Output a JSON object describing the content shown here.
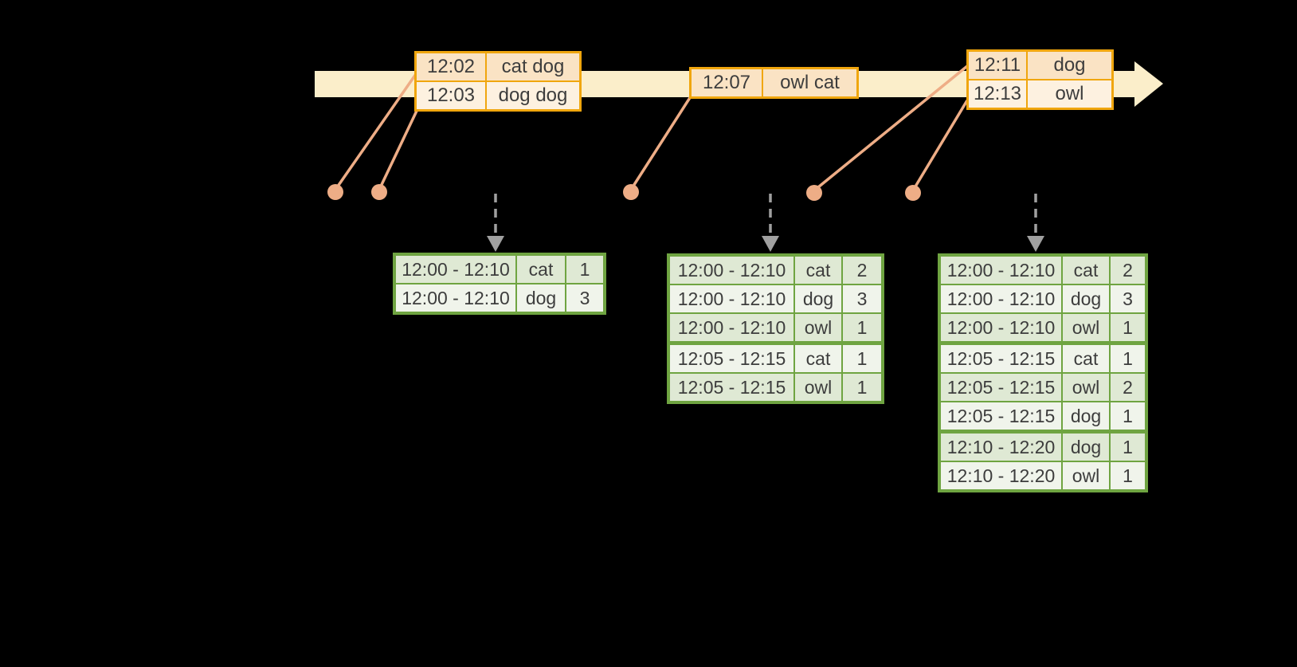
{
  "colors": {
    "band": "#FBEECA",
    "orange_border": "#F0A60E",
    "peach": "#FAE3C4",
    "cream": "#FDF1E0",
    "salmon": "#EEAD86",
    "gray": "#A0A0A0",
    "green_border": "#6FA441",
    "green_dark": "#DFE9D4",
    "green_light": "#F0F4EB"
  },
  "event_tables": [
    {
      "rows": [
        [
          "12:02",
          "cat dog"
        ],
        [
          "12:03",
          "dog dog"
        ]
      ]
    },
    {
      "rows": [
        [
          "12:07",
          "owl cat"
        ]
      ]
    },
    {
      "rows": [
        [
          "12:11",
          "dog"
        ],
        [
          "12:13",
          "owl"
        ]
      ]
    }
  ],
  "result_tables": [
    {
      "rows": [
        [
          "12:00 - 12:10",
          "cat",
          "1"
        ],
        [
          "12:00 - 12:10",
          "dog",
          "3"
        ]
      ]
    },
    {
      "rows": [
        [
          "12:00 - 12:10",
          "cat",
          "2"
        ],
        [
          "12:00 - 12:10",
          "dog",
          "3"
        ],
        [
          "12:00 - 12:10",
          "owl",
          "1"
        ],
        [
          "12:05 - 12:15",
          "cat",
          "1"
        ],
        [
          "12:05 - 12:15",
          "owl",
          "1"
        ]
      ]
    },
    {
      "rows": [
        [
          "12:00 - 12:10",
          "cat",
          "2"
        ],
        [
          "12:00 - 12:10",
          "dog",
          "3"
        ],
        [
          "12:00 - 12:10",
          "owl",
          "1"
        ],
        [
          "12:05 - 12:15",
          "cat",
          "1"
        ],
        [
          "12:05 - 12:15",
          "owl",
          "2"
        ],
        [
          "12:05 - 12:15",
          "dog",
          "1"
        ],
        [
          "12:10 - 12:20",
          "dog",
          "1"
        ],
        [
          "12:10 - 12:20",
          "owl",
          "1"
        ]
      ]
    }
  ]
}
